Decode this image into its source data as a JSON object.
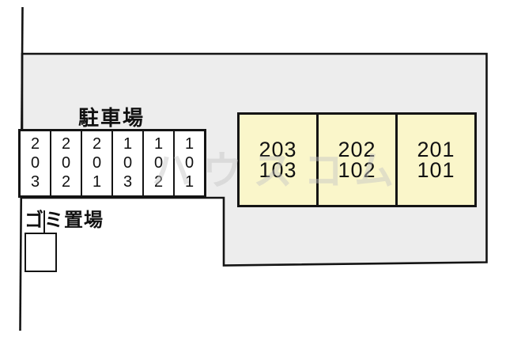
{
  "site_plan": {
    "colors": {
      "ground_fill": "#EDEDED",
      "outline": "#141414",
      "building_fill": "#FAF6CA",
      "stall_fill": "#FFFFFF",
      "watermark": "#C4C4C4"
    },
    "parking": {
      "label": "駐車場",
      "stalls": [
        "203",
        "202",
        "201",
        "103",
        "102",
        "101"
      ]
    },
    "building": {
      "units": [
        {
          "upper": "203",
          "lower": "103"
        },
        {
          "upper": "202",
          "lower": "102"
        },
        {
          "upper": "201",
          "lower": "101"
        }
      ]
    },
    "garbage": {
      "label": "ゴミ置場"
    },
    "watermark_text": "ハウスコム"
  }
}
